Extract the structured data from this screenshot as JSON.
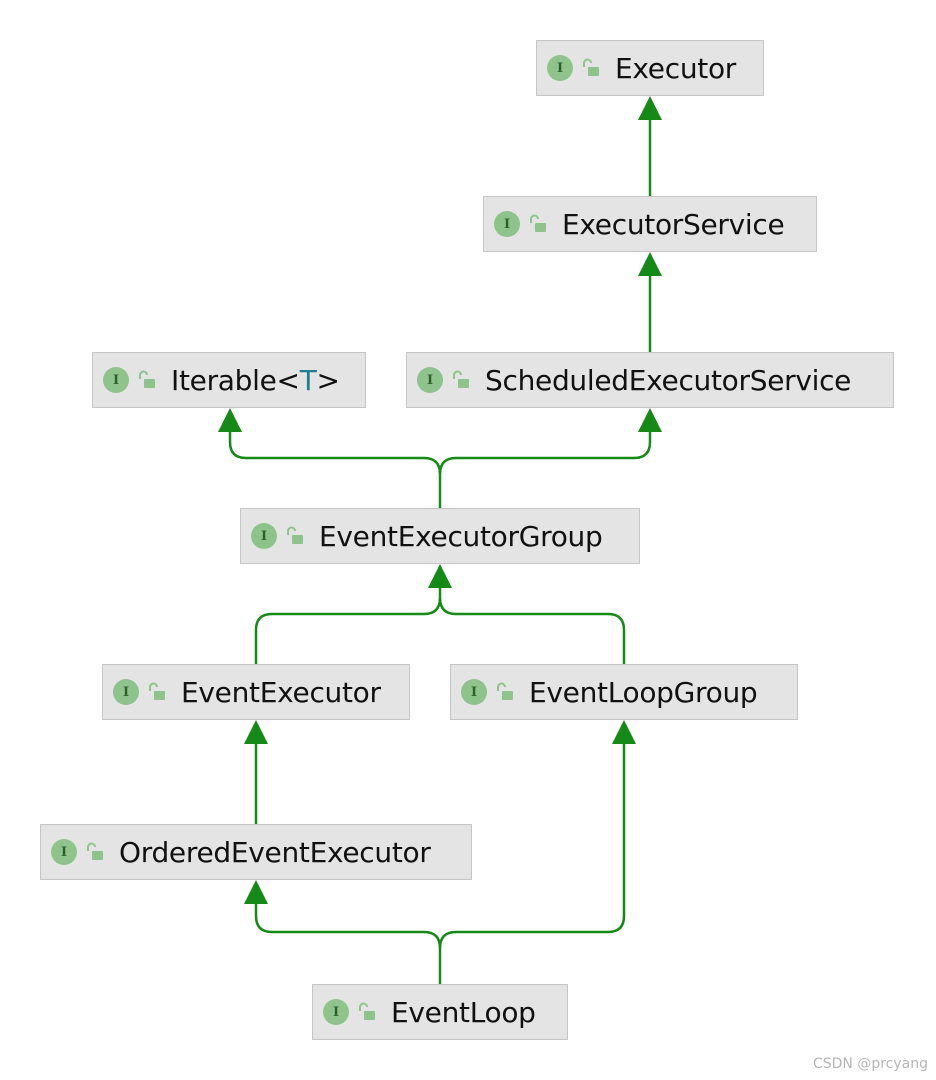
{
  "diagram": {
    "nodes": [
      {
        "id": "executor",
        "badge": "I",
        "name": "Executor"
      },
      {
        "id": "executor-service",
        "badge": "I",
        "name": "ExecutorService"
      },
      {
        "id": "iterable",
        "badge": "I",
        "name": "Iterable",
        "type_open": "<",
        "type_param": "T",
        "type_close": ">"
      },
      {
        "id": "scheduled-executor-service",
        "badge": "I",
        "name": "ScheduledExecutorService"
      },
      {
        "id": "event-executor-group",
        "badge": "I",
        "name": "EventExecutorGroup"
      },
      {
        "id": "event-executor",
        "badge": "I",
        "name": "EventExecutor"
      },
      {
        "id": "event-loop-group",
        "badge": "I",
        "name": "EventLoopGroup"
      },
      {
        "id": "ordered-event-executor",
        "badge": "I",
        "name": "OrderedEventExecutor"
      },
      {
        "id": "event-loop",
        "badge": "I",
        "name": "EventLoop"
      }
    ],
    "edges": [
      {
        "from": "executor-service",
        "to": "executor"
      },
      {
        "from": "scheduled-executor-service",
        "to": "executor-service"
      },
      {
        "from": "event-executor-group",
        "to": "iterable"
      },
      {
        "from": "event-executor-group",
        "to": "scheduled-executor-service"
      },
      {
        "from": "event-executor",
        "to": "event-executor-group"
      },
      {
        "from": "event-loop-group",
        "to": "event-executor-group"
      },
      {
        "from": "ordered-event-executor",
        "to": "event-executor"
      },
      {
        "from": "event-loop",
        "to": "ordered-event-executor"
      },
      {
        "from": "event-loop",
        "to": "event-loop-group"
      }
    ],
    "colors": {
      "edge": "#168a16",
      "node_fill": "#e4e4e4",
      "badge": "#8ec38b"
    }
  },
  "watermark": "CSDN @prcyang"
}
